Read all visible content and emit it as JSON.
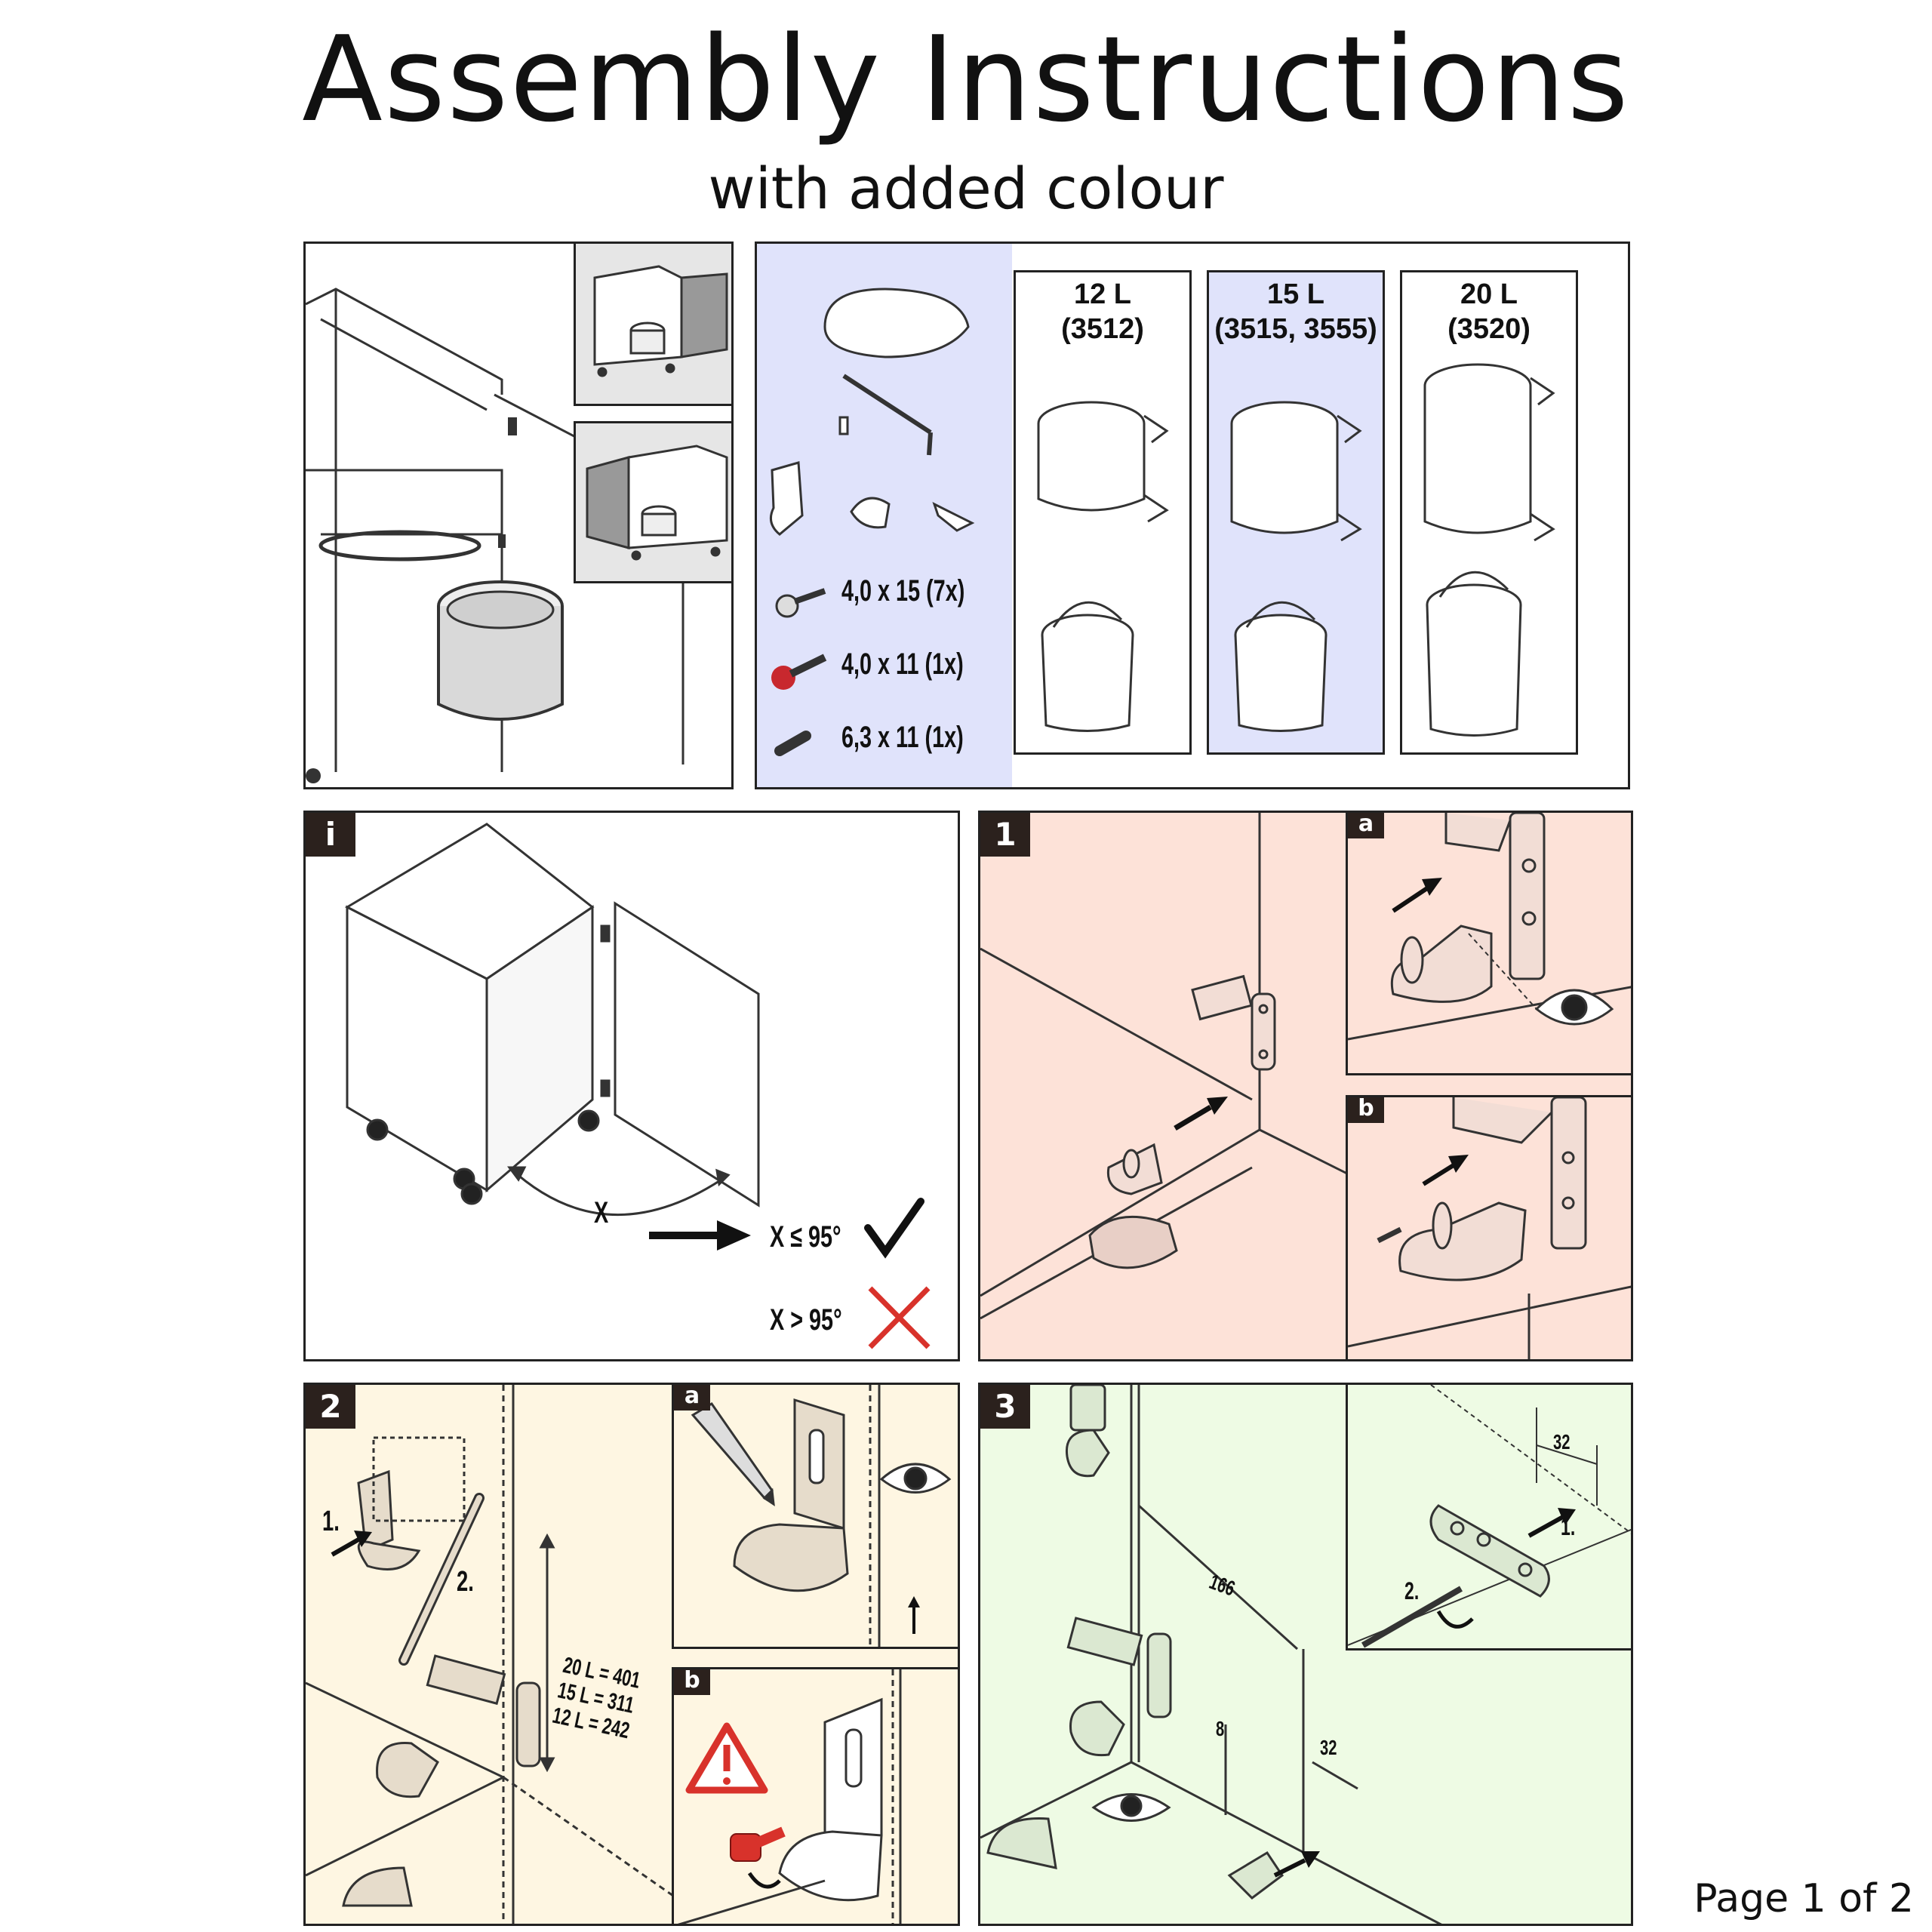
{
  "header": {
    "title": "Assembly Instructions",
    "subtitle": "with added colour"
  },
  "colors": {
    "blue_fill": "#e0e3fb",
    "red_fill": "#fde2d8",
    "yellow_fill": "#fef6e2",
    "green_fill": "#eefbe4",
    "badge": "#2b211d",
    "warning_red": "#d8322b"
  },
  "parts": {
    "screws": [
      {
        "label": "4,0 x 15 (7x)",
        "icon": "screw-icon"
      },
      {
        "label": "4,0 x 11 (1x)",
        "icon": "red-screw-icon"
      },
      {
        "label": "6,3 x 11 (1x)",
        "icon": "short-screw-icon"
      }
    ],
    "sizes": [
      {
        "line1": "12 L",
        "line2": "(3512)"
      },
      {
        "line1": "15 L",
        "line2": "(3515, 3555)"
      },
      {
        "line1": "20 L",
        "line2": "(3520)"
      }
    ]
  },
  "steps": {
    "info": {
      "badge": "i",
      "angle_label": "X",
      "ok_label": "X ≤ 95°",
      "bad_label": "X > 95°"
    },
    "step1": {
      "badge": "1",
      "sub_a": "a",
      "sub_b": "b"
    },
    "step2": {
      "badge": "2",
      "sub_a": "a",
      "sub_b": "b",
      "arrow1": "1.",
      "arrow2": "2.",
      "dims": [
        "20 L = 401",
        "15 L = 311",
        "12 L = 242"
      ]
    },
    "step3": {
      "badge": "3",
      "dim_166": "166",
      "dim_32a": "32",
      "dim_8": "8",
      "dim_32b": "32",
      "inset_1": "1.",
      "inset_2": "2."
    }
  },
  "footer": {
    "page": "Page 1 of 2"
  }
}
